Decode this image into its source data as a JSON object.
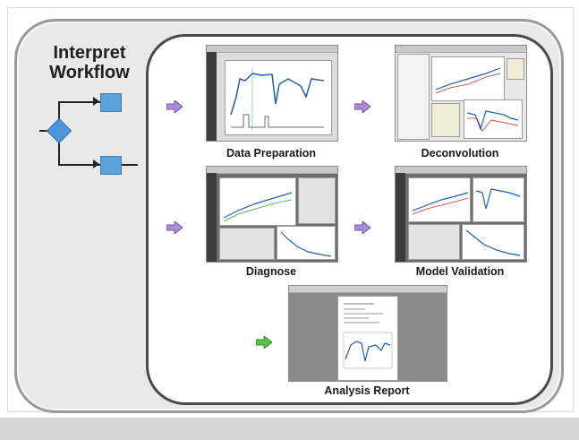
{
  "workflow": {
    "title_line1": "Interpret",
    "title_line2": "Workflow"
  },
  "steps": [
    {
      "label": "Data Preparation",
      "thumbnail": "data-preparation-screenshot"
    },
    {
      "label": "Deconvolution",
      "thumbnail": "deconvolution-screenshot"
    },
    {
      "label": "Diagnose",
      "thumbnail": "diagnose-screenshot"
    },
    {
      "label": "Model Validation",
      "thumbnail": "model-validation-screenshot"
    },
    {
      "label": "Analysis Report",
      "thumbnail": "analysis-report-screenshot"
    }
  ],
  "colors": {
    "arrow_default": "#a98ed6",
    "arrow_final": "#5bc04a",
    "flow_box": "#5aa3dc",
    "panel_outer": "#e9e9e9",
    "panel_inner": "#ffffff"
  }
}
